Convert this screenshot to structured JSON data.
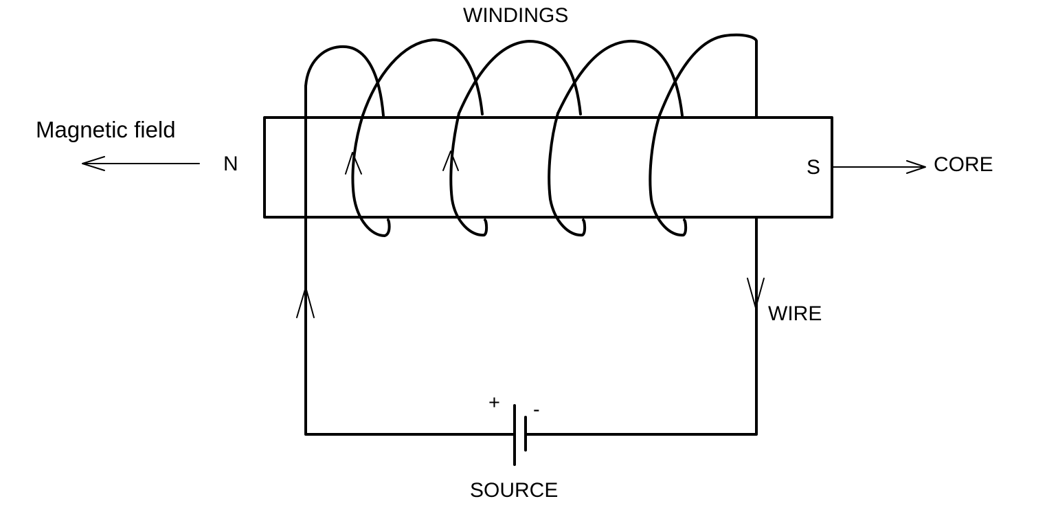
{
  "labels": {
    "windings": "WINDINGS",
    "magnetic_field": "Magnetic field",
    "north": "N",
    "south": "S",
    "core": "CORE",
    "wire": "WIRE",
    "plus": "+",
    "minus": "-",
    "source": "SOURCE"
  },
  "colors": {
    "stroke": "#000000",
    "background": "#ffffff"
  },
  "coil_turns": 5
}
